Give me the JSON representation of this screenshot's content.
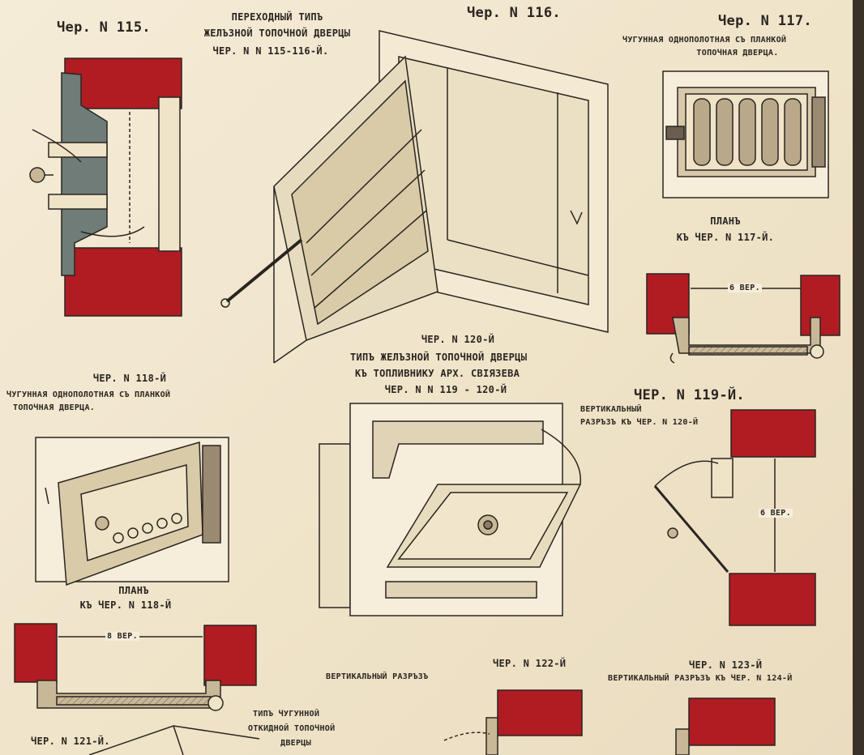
{
  "figures": {
    "fig115": {
      "title": "Чер. N 115."
    },
    "transition": {
      "line1": "ПЕРЕХОДНЫЙ ТИПЪ",
      "line2": "ЖЕЛЪЗНОЙ ТОПОЧНОЙ ДВЕРЦЫ",
      "ref": "ЧЕР. N N 115-116-Й."
    },
    "fig116": {
      "title": "Чер. N 116."
    },
    "fig117": {
      "title": "Чер. N 117.",
      "line1": "ЧУГУННАЯ ОДНОПОЛОТНАЯ СЪ ПЛАНКОЙ",
      "line2": "ТОПОЧНАЯ ДВЕРЦА."
    },
    "plan117": {
      "line1": "ПЛАНЪ",
      "line2": "КЪ ЧЕР. N 117-Й.",
      "dim": "6 ВЕР."
    },
    "fig120": {
      "title": "ЧЕР. N 120-Й",
      "line1": "ТИПЪ ЖЕЛЪЗНОЙ ТОПОЧНОЙ ДВЕРЦЫ",
      "line2": "КЪ ТОПЛИВНИКУ АРХ. СВІЯЗЕВА",
      "ref": "ЧЕР. N N 119 - 120-Й"
    },
    "fig118": {
      "title": "ЧЕР. N 118-Й",
      "line1": "ЧУГУННАЯ ОДНОПОЛОТНАЯ СЪ ПЛАНКОЙ",
      "line2": "ТОПОЧНАЯ ДВЕРЦА."
    },
    "fig119": {
      "title": "ЧЕР. N 119-Й.",
      "line1": "ВЕРТИКАЛЬНЫЙ",
      "line2": "РАЗРЪЗЪ КЪ ЧЕР. N 120-Й",
      "dim": "6 ВЕР."
    },
    "plan118": {
      "line1": "ПЛАНЪ",
      "line2": "КЪ ЧЕР. N 118-Й",
      "dim": "8 ВЕР."
    },
    "fig122": {
      "title": "ЧЕР. N 122-Й",
      "caption": "ВЕРТИКАЛЬНЫЙ РАЗРЪЗЪ"
    },
    "fig123": {
      "title": "ЧЕР. N 123-Й",
      "caption": "ВЕРТИКАЛЬНЫЙ РАЗРЪЗЪ КЪ ЧЕР. N 124-Й"
    },
    "fig121": {
      "title": "ЧЕР. N 121-Й.",
      "line1": "ТИПЪ ЧУГУННОЙ",
      "line2": "ОТКИДНОЙ ТОПОЧНОЙ",
      "line3": "ДВЕРЦЫ"
    }
  },
  "colors": {
    "brick": "#b01c22",
    "ink": "#2a2520",
    "paper": "#f2e8d2",
    "iron": "#8a7a68"
  }
}
